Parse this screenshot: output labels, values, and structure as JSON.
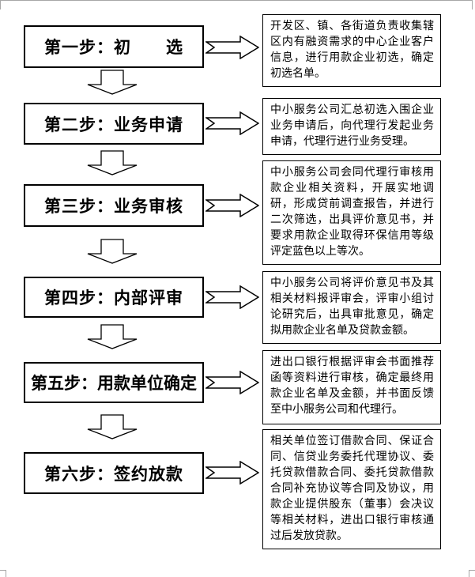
{
  "page": {
    "background": "#ffffff",
    "boundary_mark_color": "#a6a6a6"
  },
  "flow": {
    "colors": {
      "box_border": "#000000",
      "text": "#000000",
      "arrow_fill": "#ffffff",
      "arrow_stroke": "#000000"
    },
    "steps": [
      {
        "label": "第一步：初　　选",
        "description": "开发区、镇、各街道负责收集辖区内有融资需求的中心企业客户信息，进行用款企业初选，确定初选名单。"
      },
      {
        "label": "第二步：业务申请",
        "description": "中小服务公司汇总初选入围企业业务申请后，向代理行发起业务申请，代理行进行业务受理。"
      },
      {
        "label": "第三步：业务审核",
        "description": "中小服务公司会同代理行审核用款企业相关资料，开展实地调研，形成贷前调查报告，并进行二次筛选，出具评价意见书，并要求用款企业取得环保信用等级评定蓝色以上等次。"
      },
      {
        "label": "第四步：内部评审",
        "description": "中小服务公司将评价意见书及其相关材料报评审会，评审小组讨论研究后，出具审批意见，确定拟用款企业名单及贷款金额。"
      },
      {
        "label": "第五步：用款单位确定",
        "description": "进出口银行根据评审会书面推荐函等资料进行审核，确定最终用款企业名单及金额，并书面反馈至中小服务公司和代理行。"
      },
      {
        "label": "第六步：签约放款",
        "description": "相关单位签订借款合同、保证合同、信贷业务委托代理协议、委托贷款借款合同、委托贷款借款合同补充协议等合同及协议，用款企业提供股东（董事）会决议等相关材料，进出口银行审核通过后发放贷款。"
      }
    ]
  }
}
